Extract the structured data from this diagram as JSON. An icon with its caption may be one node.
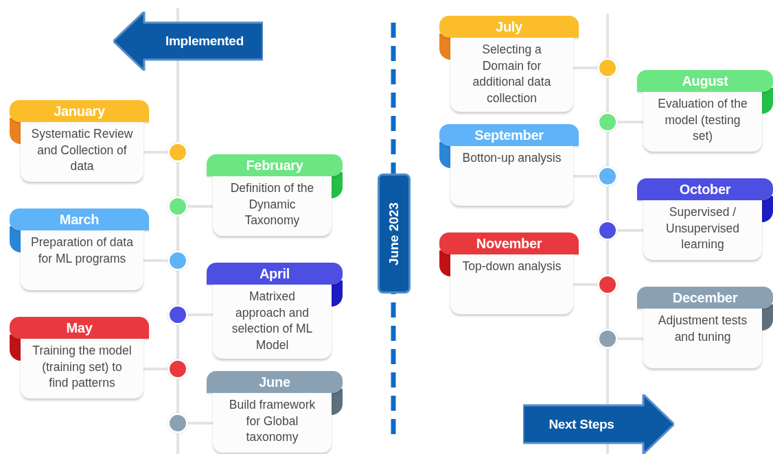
{
  "diagram": {
    "nodes": [
      {
        "text": [
          "Implemented"
        ]
      },
      {
        "text": [
          "January",
          "Systematic Review and Collection of data"
        ]
      },
      {
        "text": [],
        "shape": "circle"
      },
      {
        "text": [
          "February",
          "Definition of the Dynamic Taxonomy"
        ]
      },
      {
        "text": [],
        "shape": "circle"
      },
      {
        "text": [
          "March",
          "Preparation of data for ML programs"
        ]
      },
      {
        "text": [],
        "shape": "circle"
      },
      {
        "text": [
          "April",
          "Matrixed approach and selection of ML Model"
        ]
      },
      {
        "text": [],
        "shape": "circle"
      },
      {
        "text": [
          "May",
          "Training the model (training  set) to find patterns"
        ]
      },
      {
        "text": [],
        "shape": "circle"
      },
      {
        "text": [
          "June",
          "Build framework for Global taxonomy"
        ]
      },
      {
        "text": [],
        "shape": "circle"
      },
      {
        "text": [
          "June 2023"
        ]
      },
      {
        "text": [
          "July",
          "Selecting a Domain for additional data collection"
        ]
      },
      {
        "text": [],
        "shape": "circle"
      },
      {
        "text": [
          "August",
          "Evaluation of the model (testing  set)"
        ]
      },
      {
        "text": [],
        "shape": "circle"
      },
      {
        "text": [
          "September",
          "Botton-up analysis"
        ]
      },
      {
        "text": [],
        "shape": "circle"
      },
      {
        "text": [
          "October",
          "Supervised / Unsupervised learning"
        ]
      },
      {
        "text": [],
        "shape": "circle"
      },
      {
        "text": [
          "November",
          "Top-down analysis"
        ]
      },
      {
        "text": [],
        "shape": "circle"
      },
      {
        "text": [
          "December",
          "Adjustment tests and tuning"
        ]
      },
      {
        "text": [],
        "shape": "circle"
      },
      {
        "text": [
          "Next Steps"
        ]
      }
    ],
    "edges": [
      {
        "from": 1,
        "to": 2,
        "arrow": "none"
      },
      {
        "from": 3,
        "to": 4,
        "arrow": "none"
      },
      {
        "from": 5,
        "to": 6,
        "arrow": "none"
      },
      {
        "from": 7,
        "to": 8,
        "arrow": "none"
      },
      {
        "from": 9,
        "to": 10,
        "arrow": "none"
      },
      {
        "from": 11,
        "to": 12,
        "arrow": "none"
      },
      {
        "from": 14,
        "to": 15,
        "arrow": "none"
      },
      {
        "from": 16,
        "to": 17,
        "arrow": "none"
      },
      {
        "from": 18,
        "to": 19,
        "arrow": "none"
      },
      {
        "from": 20,
        "to": 21,
        "arrow": "none"
      },
      {
        "from": 22,
        "to": 23,
        "arrow": "none"
      },
      {
        "from": 24,
        "to": 25,
        "arrow": "none"
      }
    ]
  }
}
